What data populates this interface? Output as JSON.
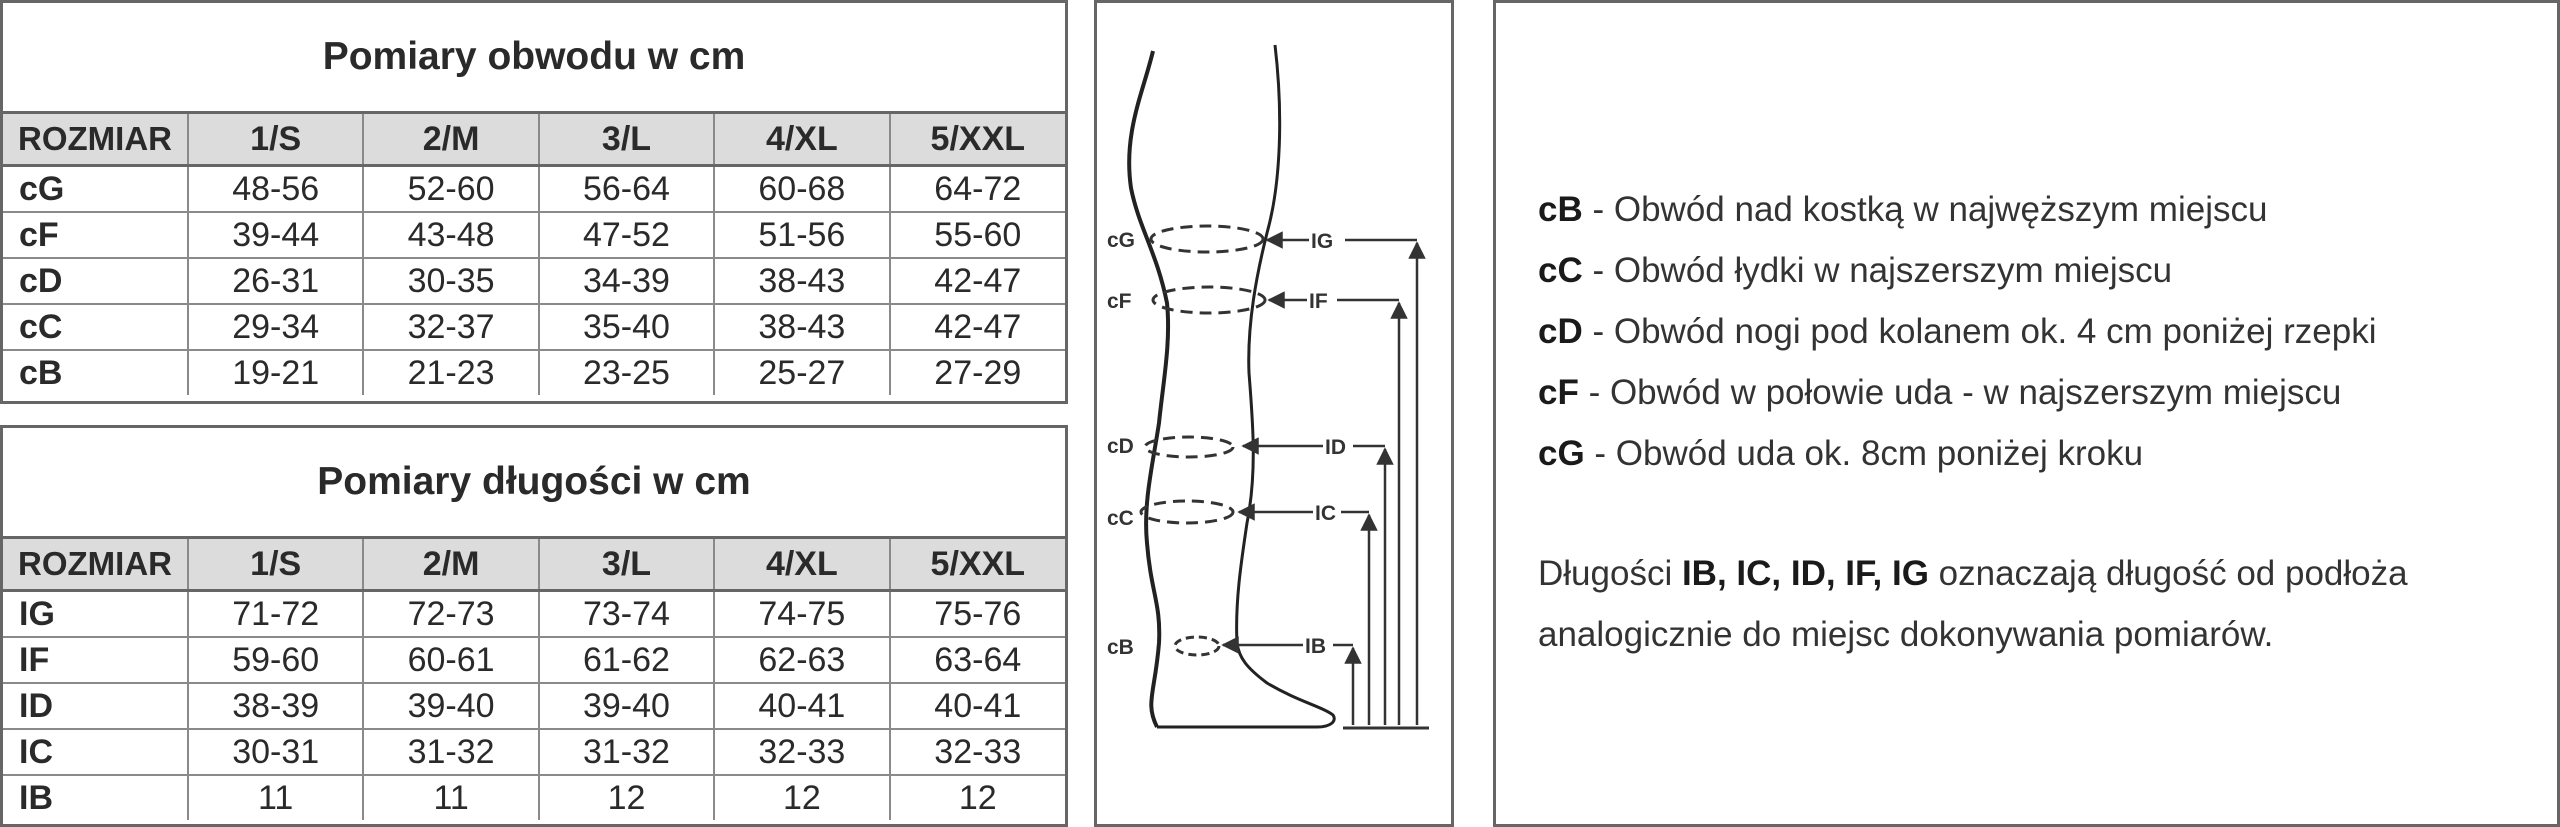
{
  "circumference_table": {
    "title": "Pomiary obwodu w cm",
    "header": [
      "ROZMIAR",
      "1/S",
      "2/M",
      "3/L",
      "4/XL",
      "5/XXL"
    ],
    "rows": [
      [
        "cG",
        "48-56",
        "52-60",
        "56-64",
        "60-68",
        "64-72"
      ],
      [
        "cF",
        "39-44",
        "43-48",
        "47-52",
        "51-56",
        "55-60"
      ],
      [
        "cD",
        "26-31",
        "30-35",
        "34-39",
        "38-43",
        "42-47"
      ],
      [
        "cC",
        "29-34",
        "32-37",
        "35-40",
        "38-43",
        "42-47"
      ],
      [
        "cB",
        "19-21",
        "21-23",
        "23-25",
        "25-27",
        "27-29"
      ]
    ]
  },
  "length_table": {
    "title": "Pomiary długości w cm",
    "header": [
      "ROZMIAR",
      "1/S",
      "2/M",
      "3/L",
      "4/XL",
      "5/XXL"
    ],
    "rows": [
      [
        "IG",
        "71-72",
        "72-73",
        "73-74",
        "74-75",
        "75-76"
      ],
      [
        "IF",
        "59-60",
        "60-61",
        "61-62",
        "62-63",
        "63-64"
      ],
      [
        "ID",
        "38-39",
        "39-40",
        "39-40",
        "40-41",
        "40-41"
      ],
      [
        "IC",
        "30-31",
        "31-32",
        "31-32",
        "32-33",
        "32-33"
      ],
      [
        "IB",
        "11",
        "11",
        "12",
        "12",
        "12"
      ]
    ]
  },
  "diagram": {
    "circ_labels": [
      "cG",
      "cF",
      "cD",
      "cC",
      "cB"
    ],
    "len_labels": [
      "IG",
      "IF",
      "ID",
      "IC",
      "IB"
    ]
  },
  "legend": {
    "items": [
      {
        "code": "cB",
        "text": " - Obwód nad kostką w najwęższym miejscu"
      },
      {
        "code": "cC",
        "text": " - Obwód łydki w najszerszym miejscu"
      },
      {
        "code": "cD",
        "text": " - Obwód nogi pod kolanem ok. 4 cm poniżej rzepki"
      },
      {
        "code": "cF",
        "text": " - Obwód w połowie uda - w najszerszym miejscu"
      },
      {
        "code": "cG",
        "text": " - Obwód uda ok. 8cm poniżej kroku"
      }
    ],
    "note_prefix": "Długości ",
    "note_bold": "IB, IC, ID, IF, IG",
    "note_suffix": " oznaczają długość od podłoża",
    "note_line2": "analogicznie do miejsc dokonywania pomiarów."
  }
}
